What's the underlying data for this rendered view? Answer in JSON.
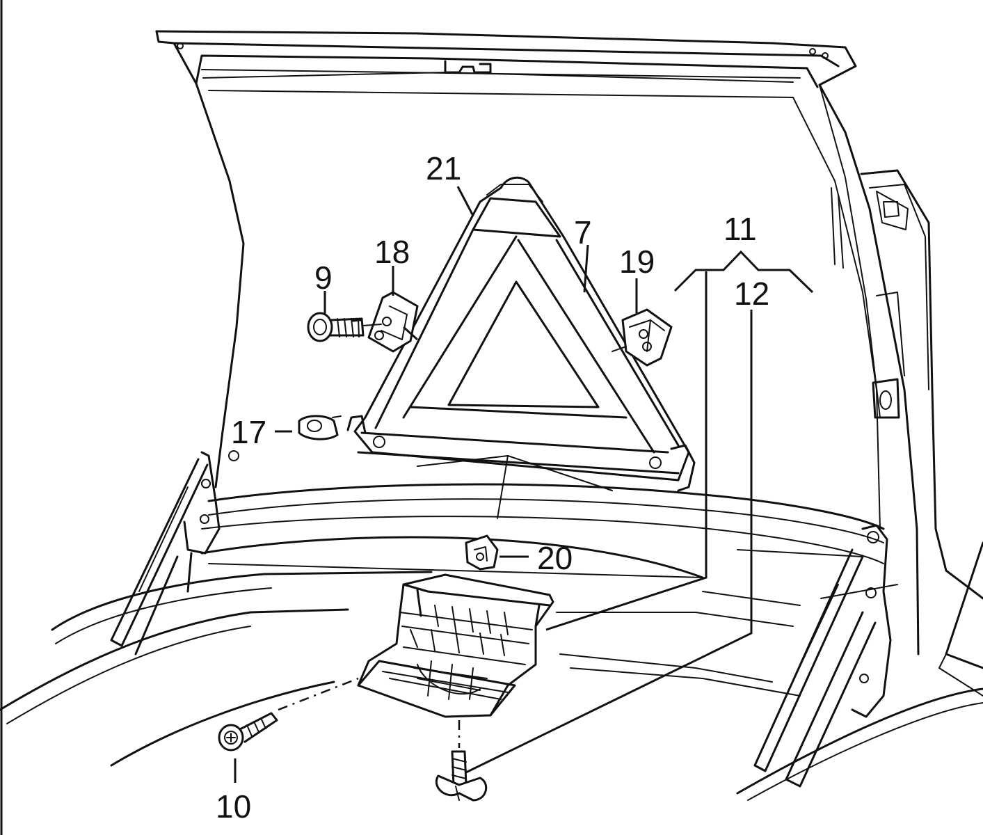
{
  "callouts": [
    {
      "id": "c21",
      "text": "21"
    },
    {
      "id": "c7",
      "text": "7"
    },
    {
      "id": "c11",
      "text": "11"
    },
    {
      "id": "c12",
      "text": "12"
    },
    {
      "id": "c18",
      "text": "18"
    },
    {
      "id": "c19",
      "text": "19"
    },
    {
      "id": "c9",
      "text": "9"
    },
    {
      "id": "c17",
      "text": "17"
    },
    {
      "id": "c20",
      "text": "20"
    },
    {
      "id": "c10",
      "text": "10"
    }
  ]
}
